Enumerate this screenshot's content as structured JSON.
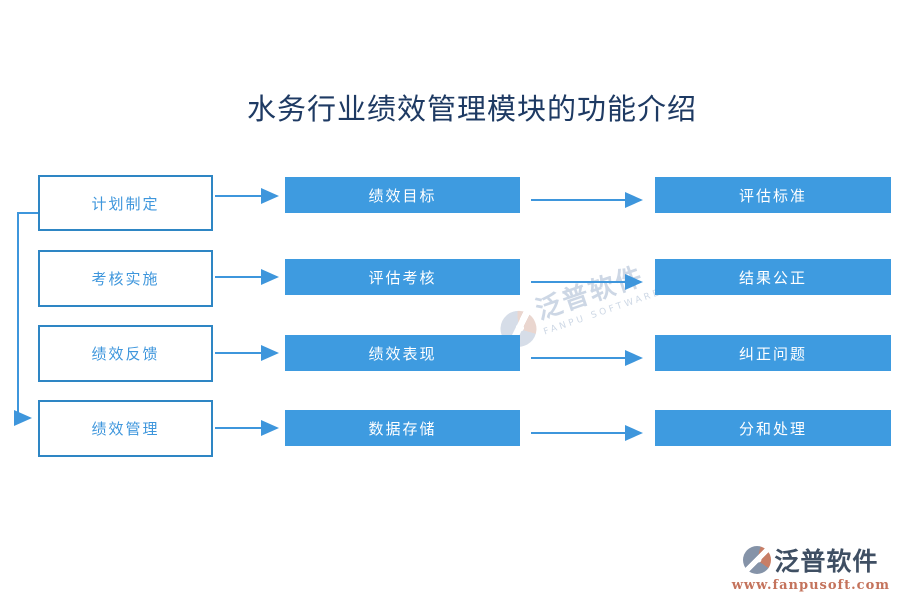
{
  "title": "水务行业绩效管理模块的功能介绍",
  "rows": [
    {
      "left": "计划制定",
      "middle": "绩效目标",
      "right": "评估标准"
    },
    {
      "left": "考核实施",
      "middle": "评估考核",
      "right": "结果公正"
    },
    {
      "left": "绩效反馈",
      "middle": "绩效表现",
      "right": "纠正问题"
    },
    {
      "left": "绩效管理",
      "middle": "数据存储",
      "right": "分和处理"
    }
  ],
  "watermark": {
    "name": "泛普软件",
    "subtitle": "FANPU SOFTWARE"
  },
  "footer_logo": {
    "name": "泛普软件",
    "url": "www.fanpusoft.com"
  },
  "colors": {
    "box_fill": "#3e9be0",
    "box_border": "#2e86c4",
    "arrow": "#3e96dc",
    "title_text": "#1e3a63",
    "left_box_text": "#3e96dc",
    "logo_text": "#3f4f63",
    "logo_url": "#c4735c"
  }
}
